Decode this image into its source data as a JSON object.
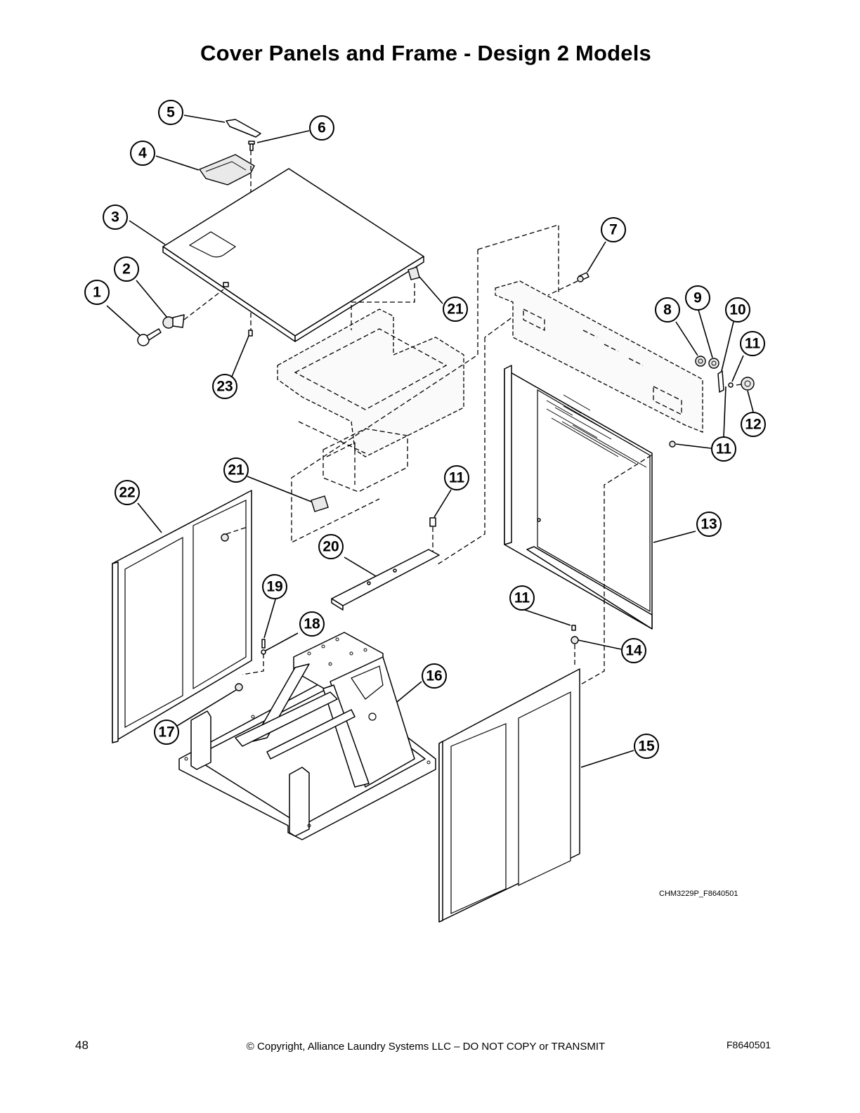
{
  "page": {
    "title": "Cover Panels and Frame - Design 2 Models",
    "figure_code": "CHM3229P_F8640501",
    "page_number": "48",
    "copyright": "© Copyright, Alliance Laundry Systems LLC – DO NOT COPY or TRANSMIT",
    "document_number": "F8640501"
  },
  "callouts": {
    "c1": "1",
    "c2": "2",
    "c3": "3",
    "c4": "4",
    "c5": "5",
    "c6": "6",
    "c7": "7",
    "c8": "8",
    "c9": "9",
    "c10": "10",
    "c11a": "11",
    "c11b": "11",
    "c11c": "11",
    "c11d": "11",
    "c12": "12",
    "c13": "13",
    "c14": "14",
    "c15": "15",
    "c16": "16",
    "c17": "17",
    "c18": "18",
    "c19": "19",
    "c20": "20",
    "c21a": "21",
    "c21b": "21",
    "c22": "22",
    "c23": "23"
  }
}
